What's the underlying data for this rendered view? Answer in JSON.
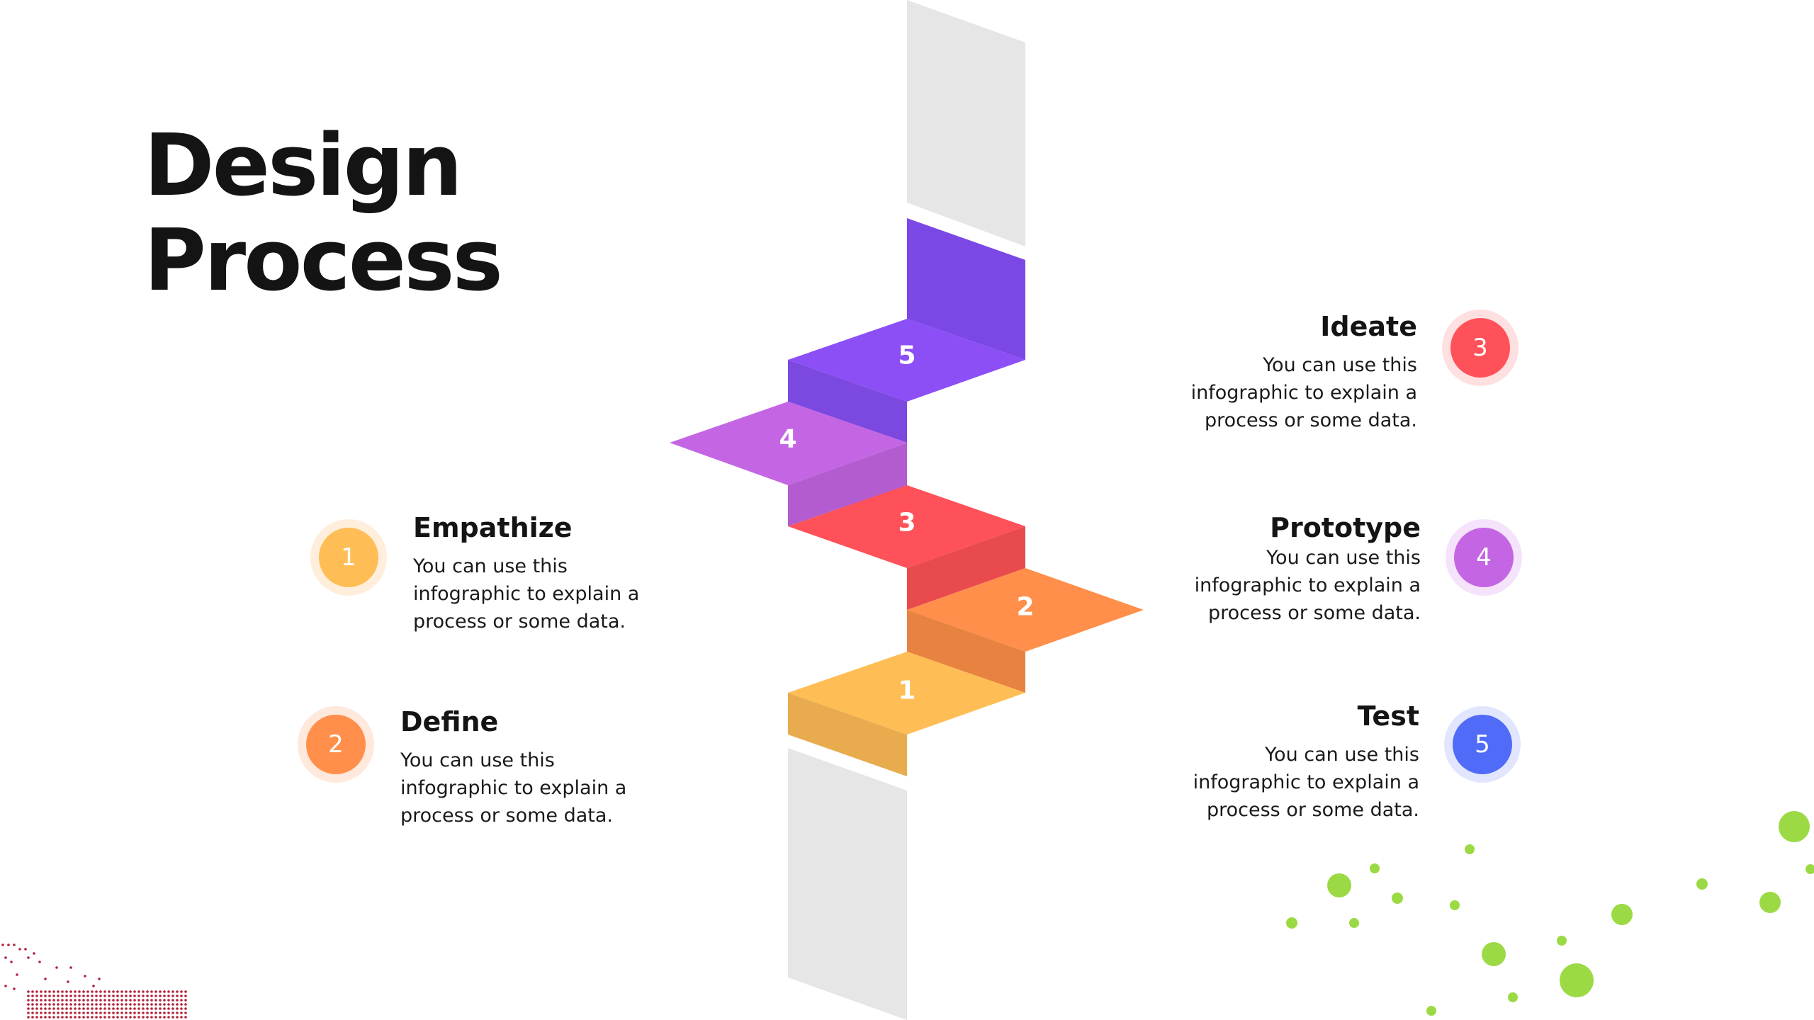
{
  "title": {
    "line1": "Design",
    "line2": "Process"
  },
  "stairs": {
    "numbers": [
      "1",
      "2",
      "3",
      "4",
      "5"
    ]
  },
  "steps": [
    {
      "number": "1",
      "title": "Empathize",
      "description": "You can use this infographic to explain a process or some data.",
      "color": "#FFBE55"
    },
    {
      "number": "2",
      "title": "Define",
      "description": "You can use this infographic to explain a process or some data.",
      "color": "#FF8F4A"
    },
    {
      "number": "3",
      "title": "Ideate",
      "description": "You can use this infographic to explain a process or some data.",
      "color": "#FF5159"
    },
    {
      "number": "4",
      "title": "Prototype",
      "description": "You can use this infographic to explain a process or some data.",
      "color": "#C466E4"
    },
    {
      "number": "5",
      "title": "Test",
      "description": "You can use this infographic to explain a process or some data.",
      "color": "#506BF7"
    }
  ],
  "colors": {
    "step1": "#FFBE55",
    "step2": "#FF8F4A",
    "step3": "#FF5159",
    "step4": "#C466E4",
    "step5": "#8C4FF6",
    "pillar": "#E6E6E6",
    "accent_dots": "#9BDA44",
    "grid_dots": "#B3243C"
  }
}
